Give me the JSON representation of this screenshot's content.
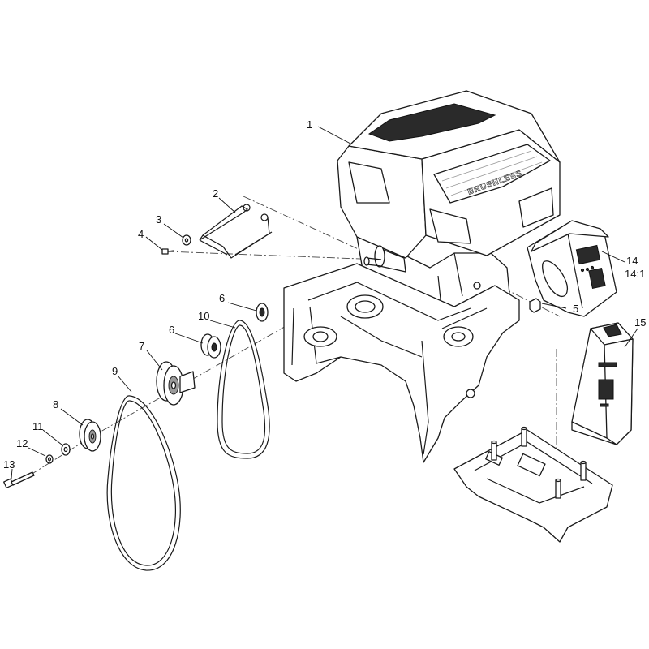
{
  "diagram": {
    "engine_logo_text": "BRUSHLESS",
    "callouts": {
      "c1": "1",
      "c2": "2",
      "c3": "3",
      "c4": "4",
      "c5": "5",
      "c6a": "6",
      "c6b": "6",
      "c7": "7",
      "c8": "8",
      "c9": "9",
      "c10": "10",
      "c11": "11",
      "c12": "12",
      "c13": "13",
      "c14": "14",
      "c14_1": "14:1",
      "c15": "15"
    }
  }
}
